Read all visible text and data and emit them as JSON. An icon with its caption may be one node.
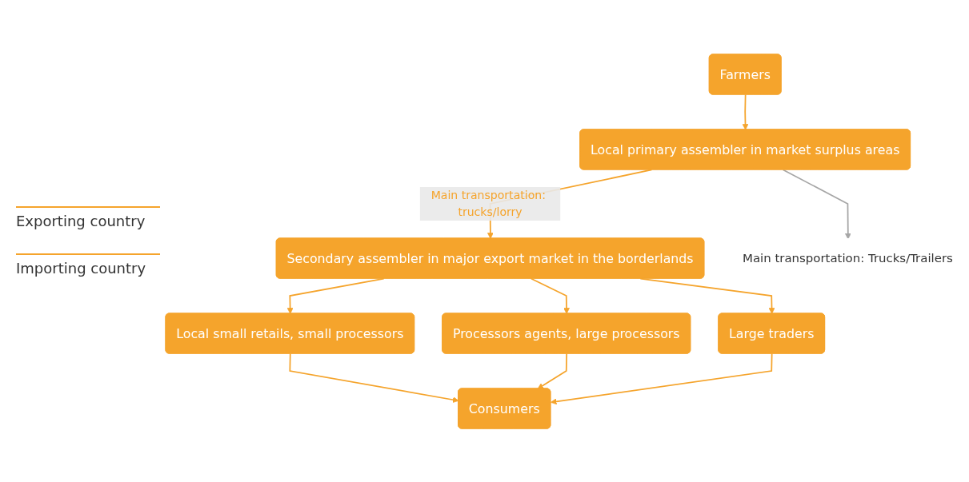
{
  "diagram": {
    "nodes": [
      {
        "text": [
          "Farmers"
        ]
      },
      {
        "text": [
          "Local primary assembler in market surplus areas"
        ]
      },
      {
        "text": [
          "Secondary assembler in major export market in the borderlands"
        ]
      },
      {
        "text": [
          "Main transportation: Trucks/Trailers"
        ]
      },
      {
        "text": [
          "Local small retails, small processors"
        ]
      },
      {
        "text": [
          "Processors agents, large processors"
        ]
      },
      {
        "text": [
          "Large traders"
        ]
      },
      {
        "text": [
          "Consumers"
        ]
      }
    ],
    "edges": [
      {
        "from": 0,
        "to": 1,
        "arrow": "to"
      },
      {
        "from": 1,
        "to": 2,
        "arrow": "to",
        "label": "Main transportation: trucks/lorry"
      },
      {
        "from": 1,
        "to": 3,
        "arrow": "to",
        "color": "#a6a6a6"
      },
      {
        "from": 2,
        "to": 4,
        "arrow": "to"
      },
      {
        "from": 2,
        "to": 5,
        "arrow": "to"
      },
      {
        "from": 2,
        "to": 6,
        "arrow": "to"
      },
      {
        "from": 4,
        "to": 7,
        "arrow": "to"
      },
      {
        "from": 5,
        "to": 7,
        "arrow": "to"
      },
      {
        "from": 6,
        "to": 7,
        "arrow": "to"
      }
    ],
    "labels": [
      "Exporting country",
      "Importing country"
    ]
  }
}
